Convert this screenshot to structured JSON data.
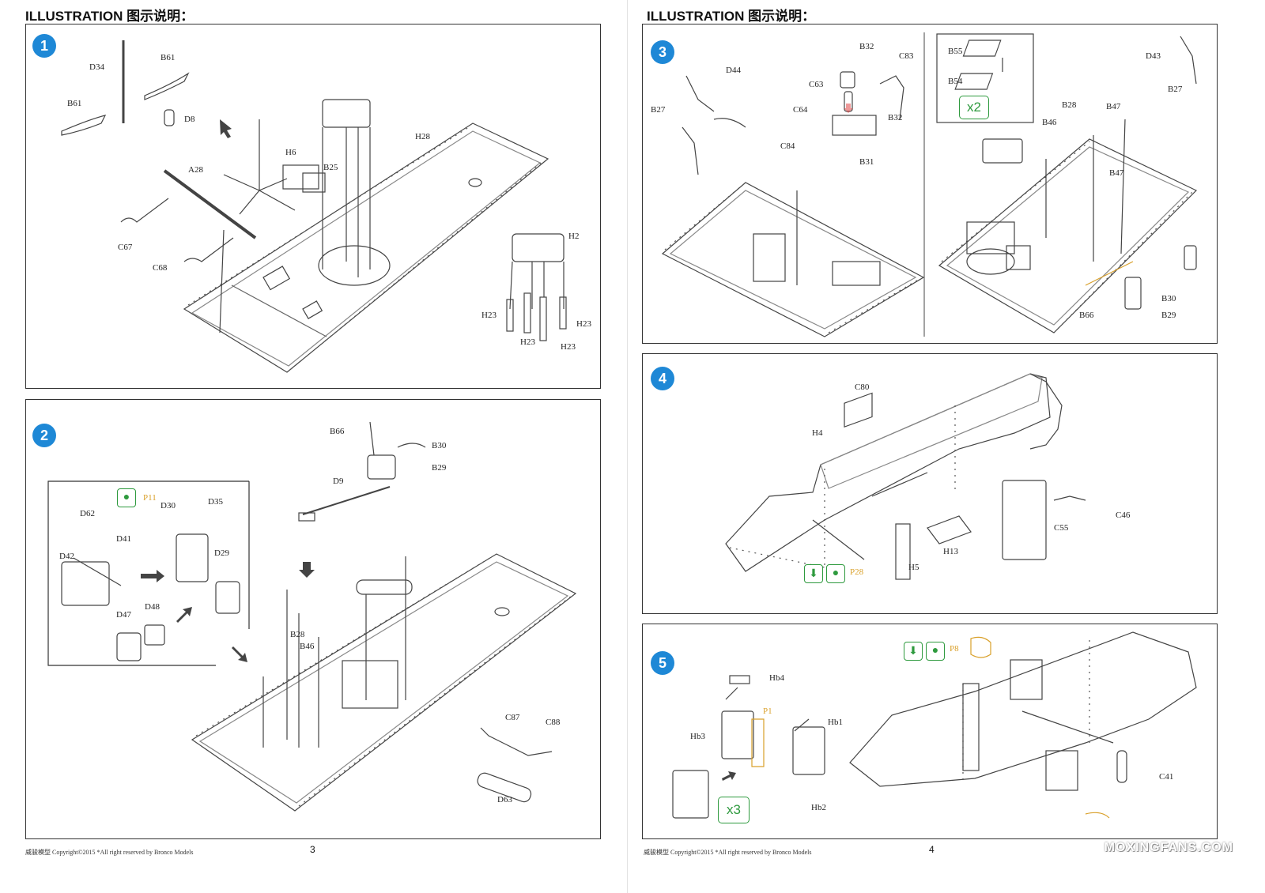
{
  "header": {
    "title": "ILLUSTRATION 图示说明："
  },
  "steps": [
    {
      "number": "1",
      "labels": [
        "D34",
        "B61",
        "B61",
        "D8",
        "A28",
        "H6",
        "B25",
        "H28",
        "C67",
        "C68",
        "H2",
        "H23",
        "H23",
        "H23",
        "H23"
      ]
    },
    {
      "number": "2",
      "labels": [
        "B66",
        "B30",
        "B29",
        "D9",
        "P11",
        "D30",
        "D35",
        "D62",
        "D41",
        "D42",
        "D29",
        "D47",
        "D48",
        "B28",
        "B46",
        "C87",
        "C88",
        "D63"
      ]
    },
    {
      "number": "3",
      "labels": [
        "D44",
        "B32",
        "C83",
        "C63",
        "C64",
        "B32",
        "B27",
        "C84",
        "B31",
        "B55",
        "B54",
        "D43",
        "B27",
        "B28",
        "B47",
        "B46",
        "B47",
        "B30",
        "B66",
        "B29"
      ],
      "multiplier": "x2"
    },
    {
      "number": "4",
      "labels": [
        "C80",
        "H4",
        "C46",
        "C55",
        "H13",
        "H5",
        "P28"
      ]
    },
    {
      "number": "5",
      "labels": [
        "Hb4",
        "P8",
        "Hb1",
        "P1",
        "Hb3",
        "C41",
        "Hb2"
      ],
      "multiplier": "x3"
    }
  ],
  "footer": {
    "left": {
      "brand": "威骏模型",
      "copyright": "Copyright©2015",
      "rights": "*All right reserved by Bronco Models",
      "page": "3"
    },
    "right": {
      "brand": "威骏模型",
      "copyright": "Copyright©2015",
      "rights": "*All right reserved by Bronco Models",
      "page": "4"
    }
  },
  "watermark": "MOXINGFANS.COM",
  "colors": {
    "badge": "#1e88d6",
    "green": "#2e9a3e",
    "orange": "#d9a02a"
  },
  "icons": [
    "glue-icon",
    "down-arrow-icon",
    "assembly-arrow-icon"
  ]
}
